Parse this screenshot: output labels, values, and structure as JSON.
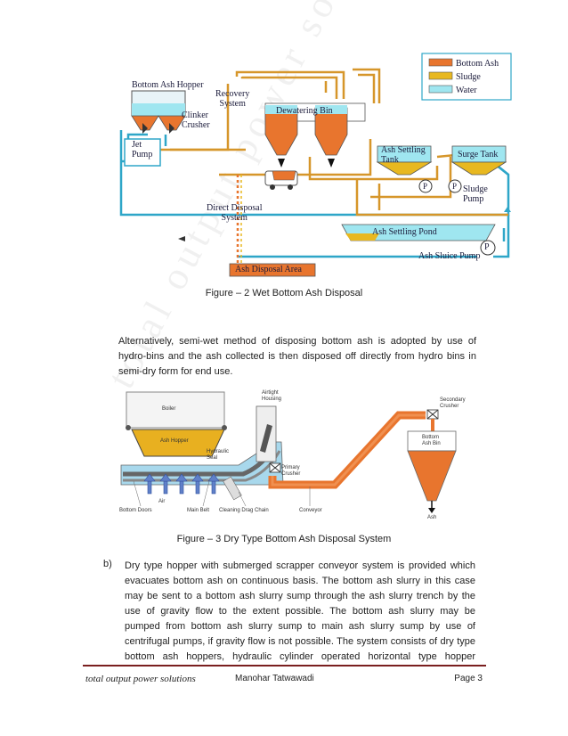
{
  "figure2": {
    "labels": {
      "bottom_ash_hopper": "Bottom Ash Hopper",
      "recovery_system": "Recovery\nSystem",
      "clinker_crusher": "Clinker\nCrusher",
      "jet_pump": "Jet\nPump",
      "dewatering_bin": "Dewatering Bin",
      "ash_settling_tank": "Ash Settling\nTank",
      "surge_tank": "Surge Tank",
      "sludge_pump": "Sludge\nPump",
      "direct_disposal": "Direct Disposal\nSystem",
      "ash_settling_pond": "Ash Settling Pond",
      "ash_sluice_pump": "Ash Sluice Pump",
      "ash_disposal_area": "Ash Disposal Area",
      "pump_symbol": "P"
    },
    "legend": [
      {
        "label": "Bottom Ash",
        "color": "#e8752e"
      },
      {
        "label": "Sludge",
        "color": "#e8b820"
      },
      {
        "label": "Water",
        "color": "#9fe6f0"
      }
    ],
    "caption": "Figure – 2 Wet Bottom Ash Disposal"
  },
  "paragraph1": [
    "Alternatively, semi-wet method of disposing bottom ash is adopted by use of",
    "hydro-bins and the ash collected is then disposed off directly from hydro bins in",
    "semi-dry form for end use."
  ],
  "figure3": {
    "labels": {
      "boiler": "Boiler",
      "ash_hopper": "Ash Hopper",
      "airtight_housing": "Airtight\nHousing",
      "hydraulic_seal": "Hydraulic\nSeal",
      "primary_crusher": "Primary\nCrusher",
      "secondary_crusher": "Secondary\nCrusher",
      "bottom_ash_bin": "Bottom\nAsh Bin",
      "air": "Air",
      "bottom_doors": "Bottom Doors",
      "main_belt": "Main Belt",
      "cleaning_drag_chain": "Cleaning Drag Chain",
      "conveyor": "Conveyor",
      "ash": "Ash"
    },
    "caption": "Figure – 3 Dry Type Bottom Ash Disposal System"
  },
  "item_b": {
    "marker": "b)",
    "lines": [
      "Dry type hopper with submerged scrapper conveyor system is provided which",
      "evacuates bottom ash on continuous basis. The bottom ash slurry in this case",
      "may be sent to a bottom ash slurry sump through the ash slurry trench by the",
      "use of gravity flow to the extent possible. The bottom ash slurry may be",
      "pumped from bottom ash slurry sump to main ash slurry sump by use of",
      "centrifugal pumps, if gravity flow is not possible. The system consists of dry type",
      "bottom ash hoppers, hydraulic cylinder operated horizontal type hopper"
    ]
  },
  "footer": {
    "left": "total output power solutions",
    "center": "Manohar Tatwawadi",
    "right": "Page 3"
  },
  "watermark": "total output power solutions",
  "colors": {
    "ash": "#e8752e",
    "sludge": "#e8b820",
    "water": "#9fe6f0",
    "line": "#2ea6c8",
    "footer_rule": "#7a1f1f"
  }
}
